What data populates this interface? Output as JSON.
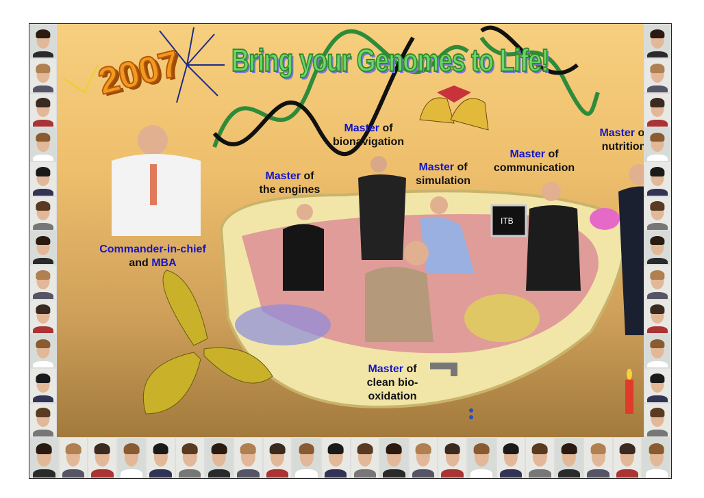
{
  "poster": {
    "year": "2007",
    "title": "Bring your Genomes to Life!",
    "screen_text": "ITB",
    "roles": [
      {
        "id": "commander",
        "master": "Commander-in-chief",
        "of": "",
        "line2_pre": "and ",
        "line2_m": "MBA"
      },
      {
        "id": "engines",
        "master": "Master",
        "of": " of",
        "line2": "the engines"
      },
      {
        "id": "bionavigation",
        "master": "Master",
        "of": " of",
        "line2": "bionavigation"
      },
      {
        "id": "simulation",
        "master": "Master",
        "of": " of",
        "line2": "simulation"
      },
      {
        "id": "communication",
        "master": "Master",
        "of": " of",
        "line2": "communication"
      },
      {
        "id": "nutrition",
        "master": "Master",
        "of": " of",
        "line2": "nutrition"
      },
      {
        "id": "oxidation",
        "master": "Master",
        "of": " of",
        "line2": "clean bio-",
        "line3": "oxidation"
      }
    ]
  },
  "colors": {
    "accent_blue": "#1616c8",
    "title_green": "#6cd66a",
    "year_orange": "#f39a1e",
    "background": "#f6cf7e"
  }
}
